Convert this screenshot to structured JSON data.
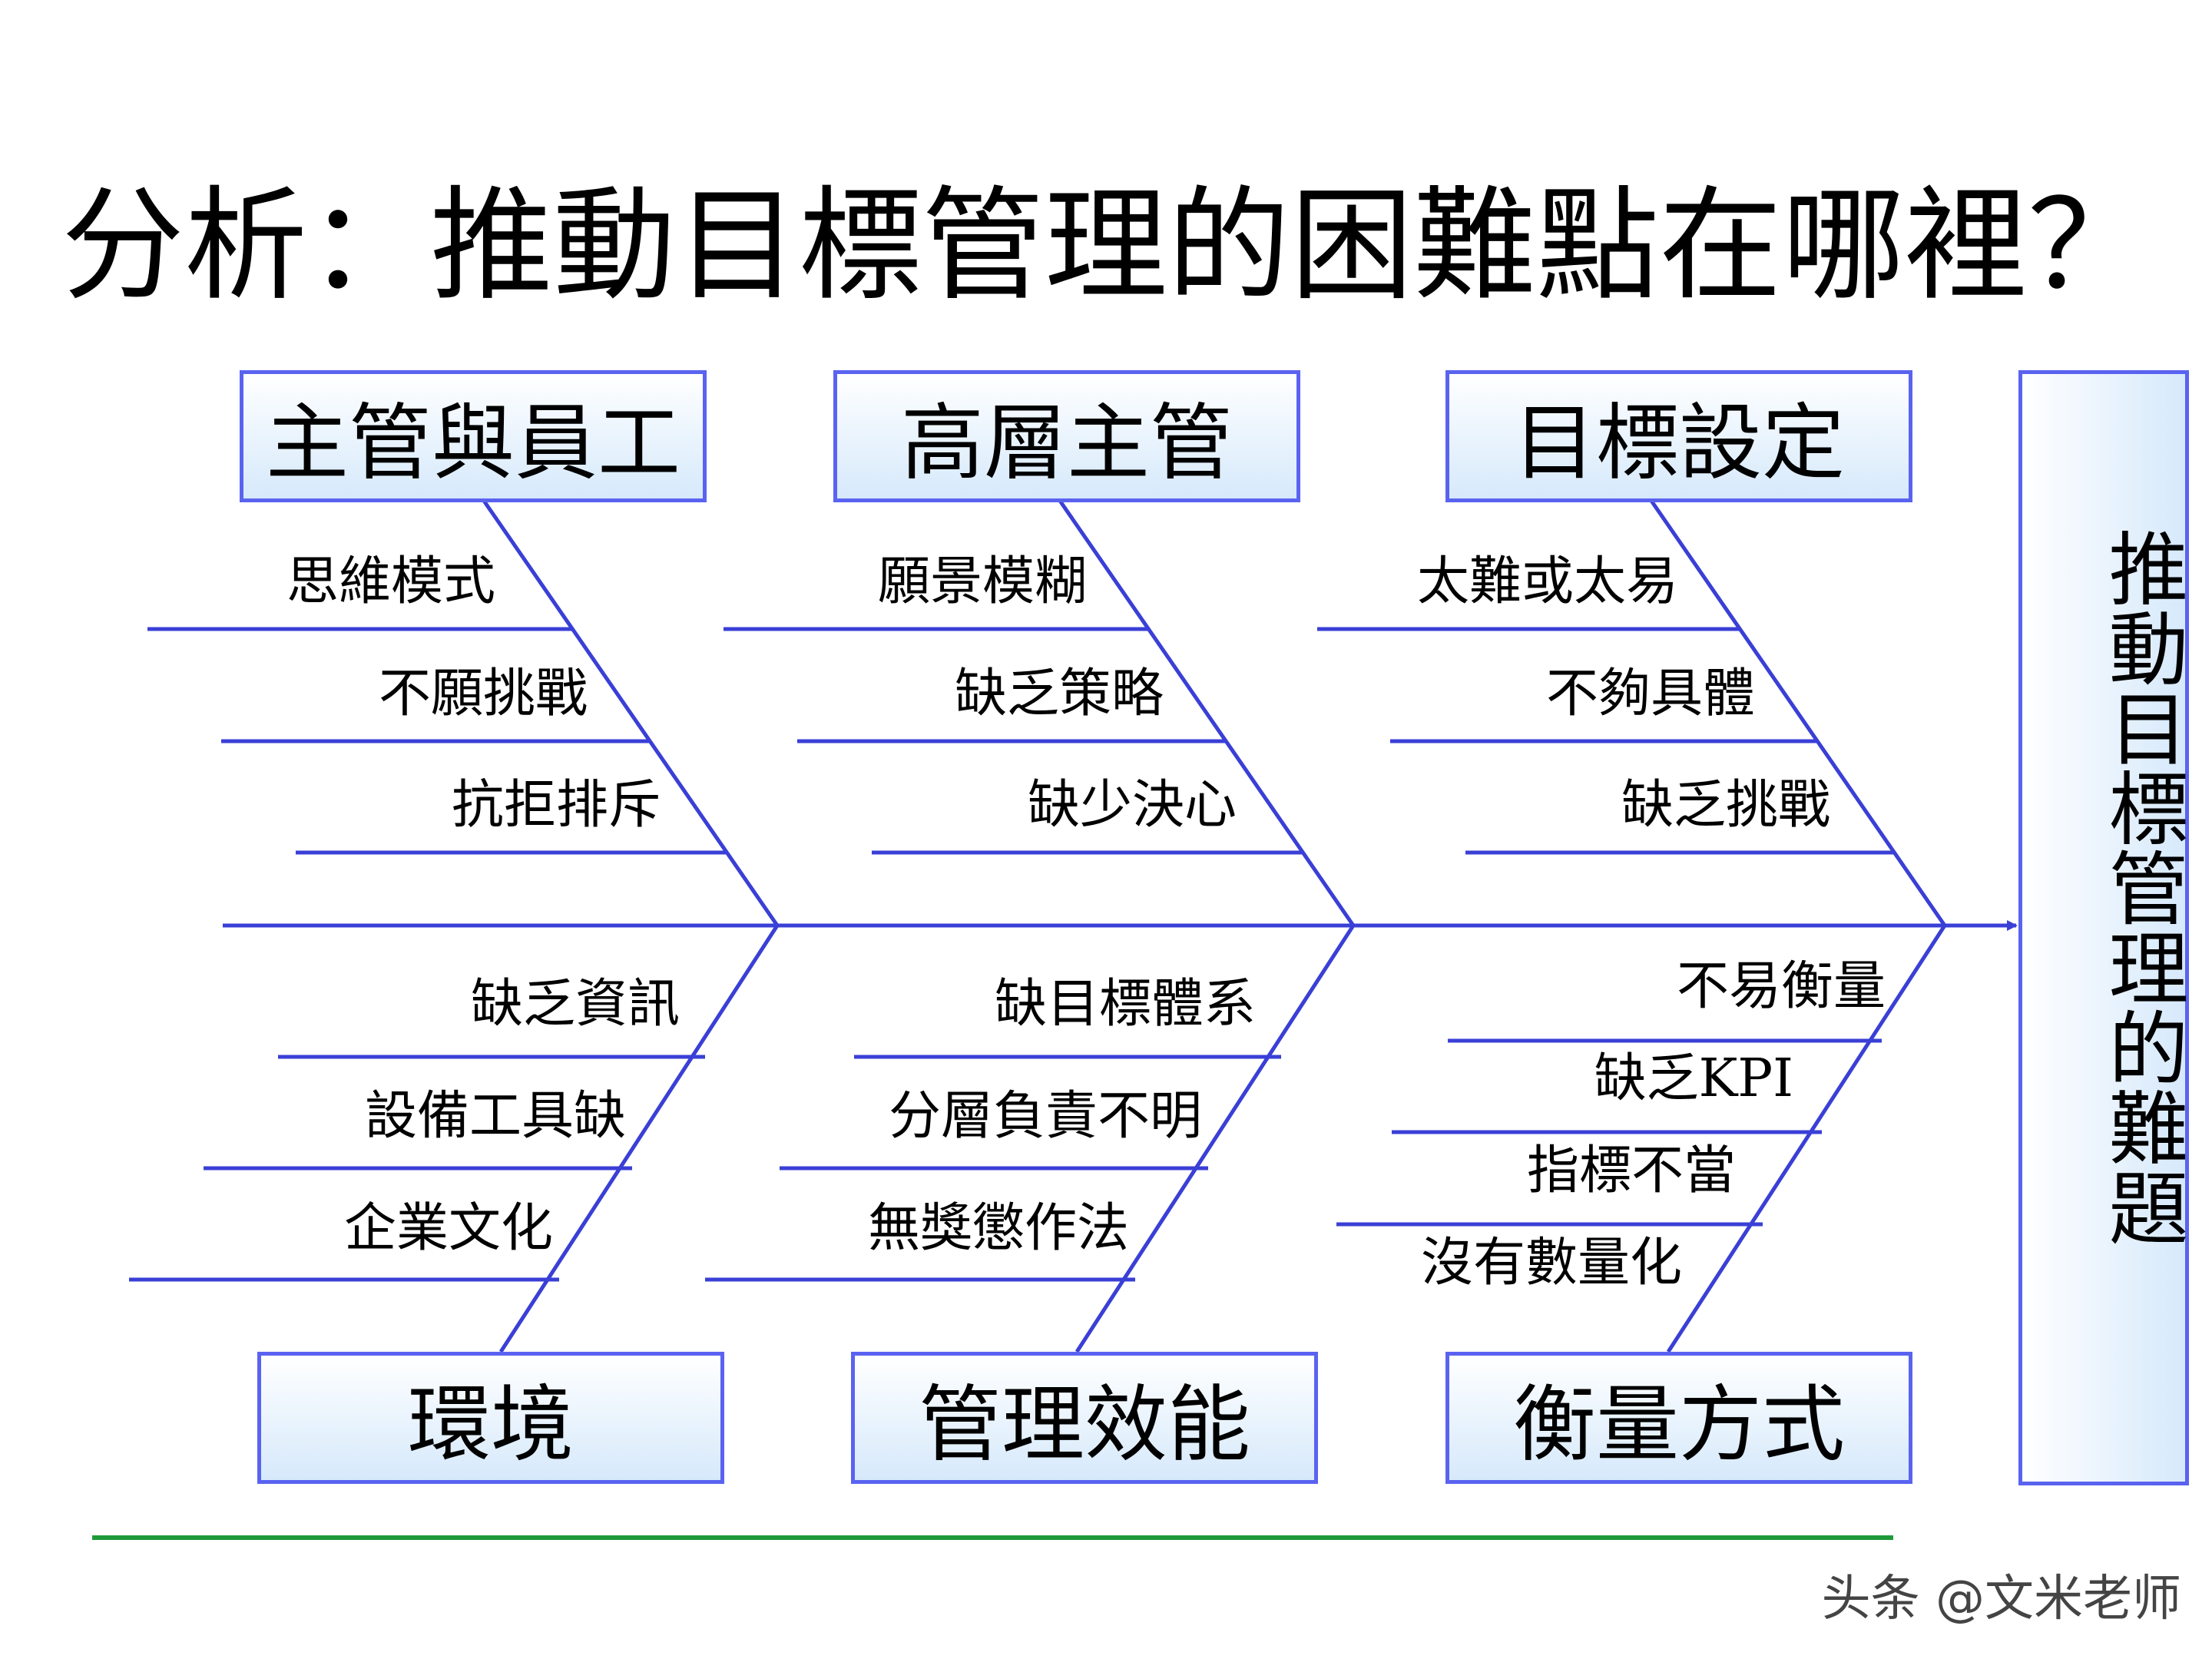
{
  "title": "分析：推動目標管理的困難點在哪裡？",
  "effect": {
    "label": "推動目標管理的難題"
  },
  "categories": {
    "top": [
      {
        "label": "主管與員工",
        "causes": [
          "思維模式",
          "不願挑戰",
          "抗拒排斥"
        ]
      },
      {
        "label": "高層主管",
        "causes": [
          "願景模糊",
          "缺乏策略",
          "缺少決心"
        ]
      },
      {
        "label": "目標設定",
        "causes": [
          "太難或太易",
          "不夠具體",
          "缺乏挑戰"
        ]
      }
    ],
    "bottom": [
      {
        "label": "環境",
        "causes": [
          "缺乏資訊",
          "設備工具缺",
          "企業文化"
        ]
      },
      {
        "label": "管理效能",
        "causes": [
          "缺目標體系",
          "分層負責不明",
          "無獎懲作法"
        ]
      },
      {
        "label": "衡量方式",
        "causes": [
          "不易衡量",
          "缺乏KPI",
          "指標不當",
          "沒有數量化"
        ]
      }
    ]
  },
  "watermark": "头条 @文米老师",
  "colors": {
    "line": "#3a3fd6",
    "box_border": "#5a63f0",
    "box_fill_top": "#ffffff",
    "box_fill_bottom": "#d6e9fb",
    "footer_rule": "#1f9a3a"
  }
}
